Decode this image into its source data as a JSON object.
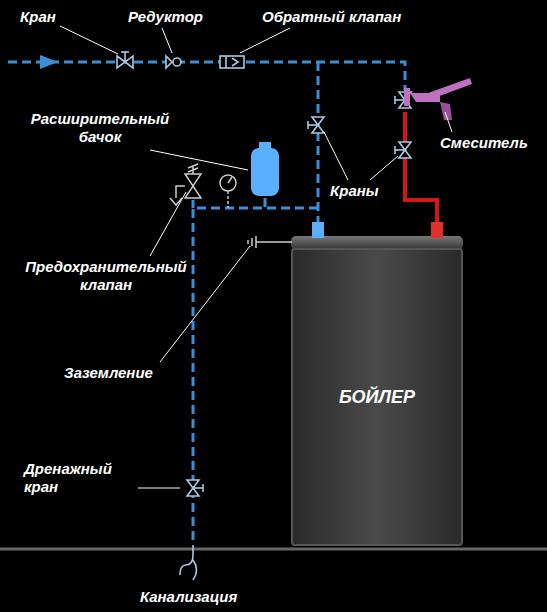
{
  "diagram": {
    "nodes": [
      {
        "text": [
          "БОЙЛЕР"
        ]
      }
    ],
    "edges": [],
    "labels": [
      "Кран",
      "Редуктор",
      "Обратный клапан",
      "Расширительный бачок",
      "Смеситель",
      "Краны",
      "Предохранительный клапан",
      "Заземление",
      "Дренажный кран",
      "Канализация"
    ]
  }
}
